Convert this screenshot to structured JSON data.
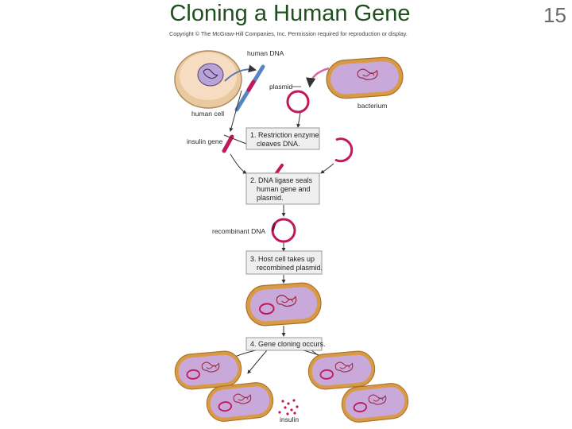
{
  "slide": {
    "title": "Cloning a Human Gene",
    "number": "15",
    "copyright": "Copyright © The McGraw-Hill Companies, Inc. Permission required for reproduction or display."
  },
  "labels": {
    "human_dna": "human DNA",
    "plasmid": "plasmid",
    "bacterium": "bacterium",
    "human_cell": "human cell",
    "insulin_gene": "insulin gene",
    "recombinant_dna": "recombinant DNA",
    "insulin": "insulin"
  },
  "steps": [
    {
      "lines": [
        "1. Restriction enzyme",
        "cleaves DNA."
      ]
    },
    {
      "lines": [
        "2. DNA ligase seals",
        "human gene and",
        "plasmid."
      ]
    },
    {
      "lines": [
        "3. Host cell takes up",
        "recombined plasmid."
      ]
    },
    {
      "lines": [
        "4. Gene cloning occurs."
      ]
    }
  ],
  "colors": {
    "title": "#1f4f1f",
    "cell_outer": "#d99a45",
    "cell_inner": "#c9a9d9",
    "plasmid": "#c2185b",
    "box_fill": "#efefef",
    "box_border": "#9a9a9a"
  }
}
